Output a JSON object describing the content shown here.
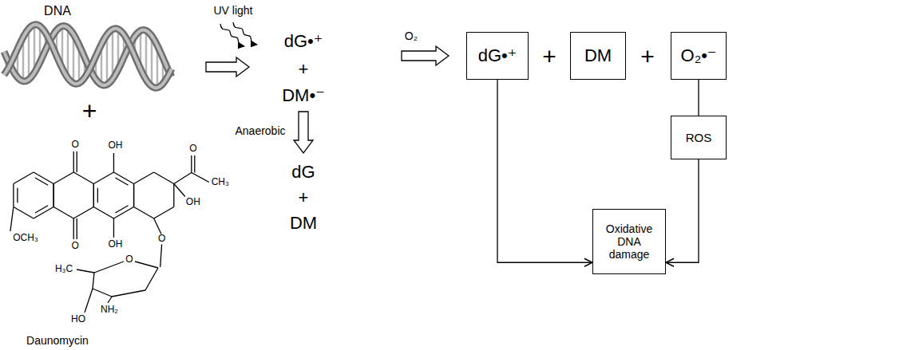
{
  "diagram": {
    "nodes": [
      {
        "text": [
          "dG•⁺"
        ]
      },
      {
        "text": [
          "DM"
        ]
      },
      {
        "text": [
          "O₂•⁻"
        ]
      },
      {
        "text": [
          "ROS"
        ]
      },
      {
        "text": [
          "Oxidative DNA damage"
        ]
      }
    ],
    "edges": [
      {
        "from": 0,
        "to": 4,
        "arrow": "to"
      },
      {
        "from": 2,
        "to": 3,
        "arrow": "none"
      },
      {
        "from": 3,
        "to": 4,
        "arrow": "to"
      }
    ],
    "labels": [
      "DNA",
      "+",
      "UV light",
      "dG•⁺",
      "+",
      "DM•⁻",
      "O₂",
      "Anaerobic",
      "dG",
      "+",
      "DM",
      "+",
      "+",
      "O",
      "OH",
      "O",
      "CH₃",
      "OH",
      "OCH₃",
      "O",
      "OH",
      "O",
      "H₃C",
      "O",
      "NH₂",
      "HO",
      "Daunomycin"
    ]
  }
}
